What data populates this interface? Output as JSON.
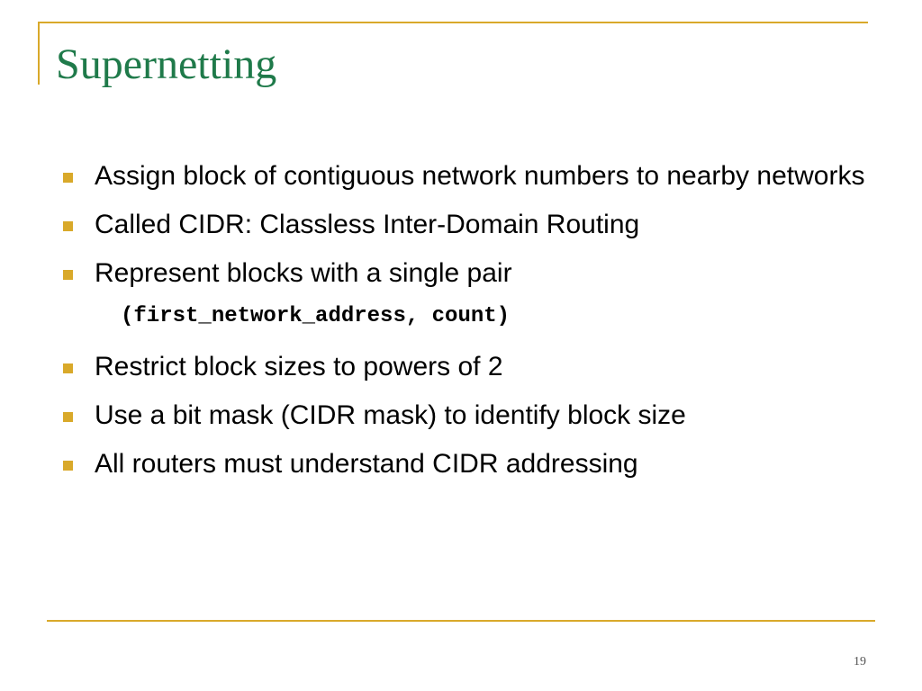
{
  "slide": {
    "title": "Supernetting",
    "bullets_before_code": [
      "Assign block of contiguous network numbers to nearby networks",
      "Called CIDR: Classless Inter-Domain Routing",
      "Represent blocks with a single pair"
    ],
    "code": "(first_network_address, count)",
    "bullets_after_code": [
      "Restrict block sizes to powers of 2",
      "Use a bit mask (CIDR mask) to identify block size",
      "All routers must understand CIDR addressing"
    ],
    "page_number": "19"
  },
  "colors": {
    "accent": "#d9a92a",
    "title": "#1f7a4a"
  },
  "icons": {
    "bullet": "square-bullet-icon"
  }
}
